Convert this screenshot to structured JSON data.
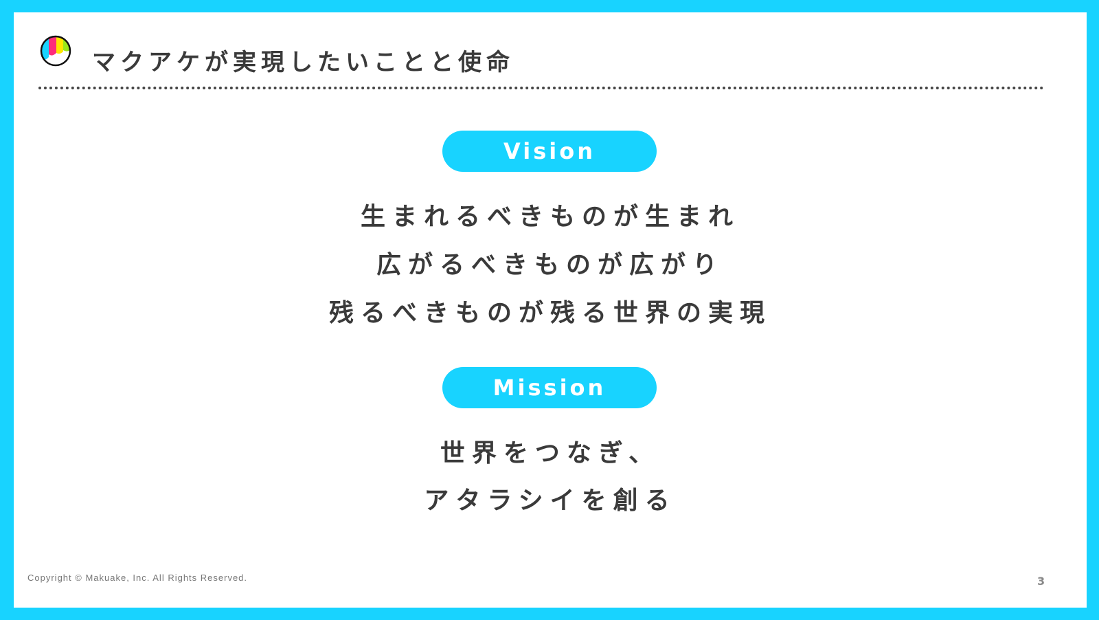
{
  "header": {
    "title": "マクアケが実現したいことと使命"
  },
  "vision": {
    "label": "Vision",
    "lines": [
      "生まれるべきものが生まれ",
      "広がるべきものが広がり",
      "残るべきものが残る世界の実現"
    ]
  },
  "mission": {
    "label": "Mission",
    "lines": [
      "世界をつなぎ、",
      "アタラシイを創る"
    ]
  },
  "footer": {
    "copyright": "Copyright © Makuake, Inc. All Rights Reserved.",
    "page_number": "3"
  },
  "colors": {
    "accent": "#18d3ff",
    "text": "#3a3a3a"
  }
}
